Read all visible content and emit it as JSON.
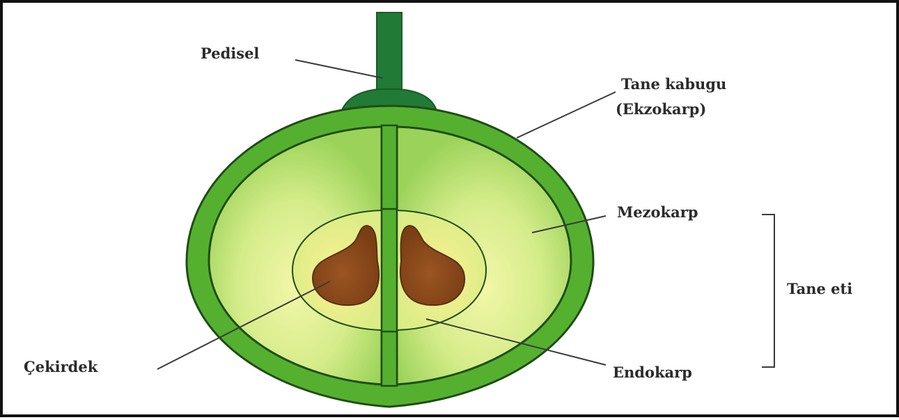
{
  "labels": {
    "pedicel": "Pedisel",
    "skin_line1": "Tane kabugu",
    "skin_line2": "(Ekzokarp)",
    "mesocarp": "Mezokarp",
    "flesh": "Tane eti",
    "seed": "Çekirdek",
    "endocarp": "Endokarp"
  },
  "colors": {
    "stem": "#217a36",
    "exocarp": "#55b030",
    "mesocarp_center": "#edf6a0",
    "mesocarp_edge": "#9bd35a",
    "endocarp_center": "#f4f08a",
    "seed": "#8b4a1a",
    "seed_outline": "#5a2f0f",
    "outline": "#1f4d14",
    "leader_line": "#3a3a3a"
  }
}
